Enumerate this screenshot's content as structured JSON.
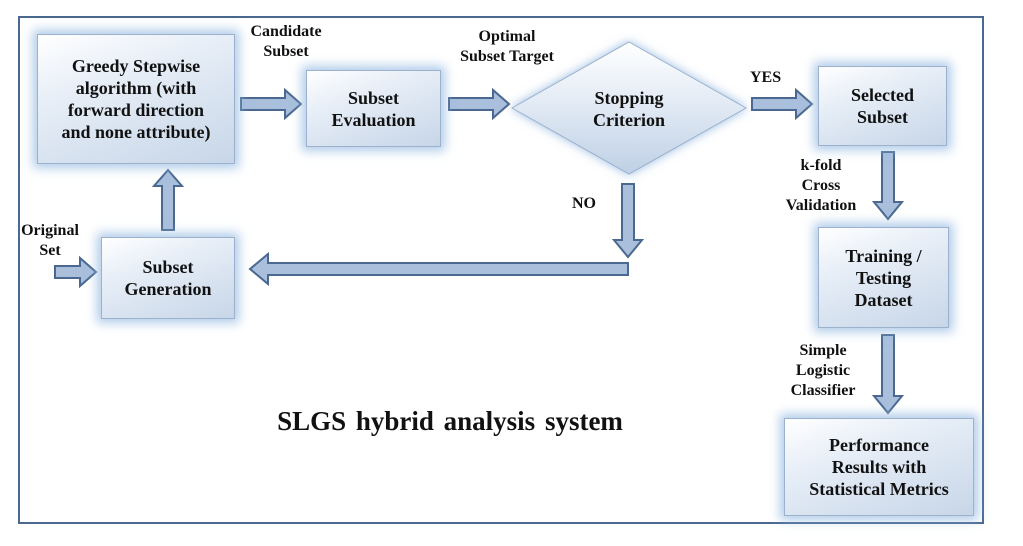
{
  "diagram": {
    "title": "SLGS hybrid analysis system",
    "nodes": {
      "greedy_stepwise": "Greedy Stepwise\nalgorithm (with\nforward direction\nand none attribute)",
      "subset_evaluation": "Subset\nEvaluation",
      "stopping_criterion": "Stopping\nCriterion",
      "selected_subset": "Selected\nSubset",
      "subset_generation": "Subset\nGeneration",
      "training_testing": "Training /\nTesting\nDataset",
      "performance_results": "Performance\nResults with\nStatistical Metrics"
    },
    "edge_labels": {
      "candidate_subset": "Candidate\nSubset",
      "optimal_subset_target": "Optimal\nSubset Target",
      "yes": "YES",
      "no": "NO",
      "original_set": "Original\nSet",
      "k_fold": "k-fold\nCross\nValidation",
      "simple_logistic": "Simple\nLogistic\nClassifier"
    },
    "colors": {
      "frame": "#4a6890",
      "arrow_fill": "#a9bfdc",
      "arrow_stroke": "#4a6890",
      "box_glow": "#96b9e1"
    }
  }
}
